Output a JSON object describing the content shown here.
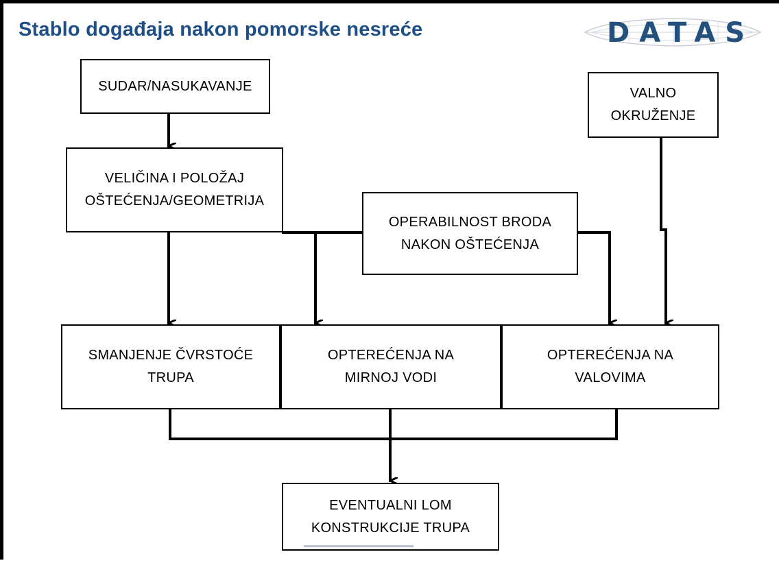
{
  "title": "Stablo događaja nakon pomorske nesreće",
  "logo": {
    "text": "DATAS"
  },
  "nodes": {
    "sudar": {
      "line1": "SUDAR/NASUKAVANJE"
    },
    "valno": {
      "line1": "VALNO",
      "line2": "OKRUŽENJE"
    },
    "velicina": {
      "line1": "VELIČINA I POLOŽAJ",
      "line2": "OŠTEĆENJA/GEOMETRIJA"
    },
    "operabilnost": {
      "line1": "OPERABILNOST BRODA",
      "line2": "NAKON OŠTEĆENJA"
    },
    "smanjenje": {
      "line1": "SMANJENJE ČVRSTOĆE",
      "line2": "TRUPA"
    },
    "mirna_voda": {
      "line1": "OPTEREĆENJA NA",
      "line2": "MIRNOJ VODI"
    },
    "valovi": {
      "line1": "OPTEREĆENJA NA",
      "line2": "VALOVIMA"
    },
    "lom": {
      "line1": "EVENTUALNI LOM",
      "line2": "KONSTRUKCIJE TRUPA"
    }
  },
  "edges": [
    {
      "from": "SUDAR/NASUKAVANJE",
      "to": "VELIČINA I POLOŽAJ OŠTEĆENJA/GEOMETRIJA"
    },
    {
      "from": "VELIČINA I POLOŽAJ OŠTEĆENJA/GEOMETRIJA",
      "to": "SMANJENJE ČVRSTOĆE TRUPA"
    },
    {
      "from": "VELIČINA I POLOŽAJ OŠTEĆENJA/GEOMETRIJA",
      "to": "OPTEREĆENJA NA MIRNOJ VODI"
    },
    {
      "from": "OPERABILNOST BRODA NAKON OŠTEĆENJA",
      "to": "OPTEREĆENJA NA MIRNOJ VODI"
    },
    {
      "from": "OPERABILNOST BRODA NAKON OŠTEĆENJA",
      "to": "OPTEREĆENJA NA VALOVIMA"
    },
    {
      "from": "VALNO OKRUŽENJE",
      "to": "OPTEREĆENJA NA VALOVIMA"
    },
    {
      "from": "SMANJENJE ČVRSTOĆE TRUPA",
      "to": "EVENTUALNI LOM KONSTRUKCIJE TRUPA"
    },
    {
      "from": "OPTEREĆENJA NA MIRNOJ VODI",
      "to": "EVENTUALNI LOM KONSTRUKCIJE TRUPA"
    },
    {
      "from": "OPTEREĆENJA NA VALOVIMA",
      "to": "EVENTUALNI LOM KONSTRUKCIJE TRUPA"
    }
  ],
  "colors": {
    "title": "#1e4e86",
    "logo": "#24507e",
    "line": "#000000"
  }
}
